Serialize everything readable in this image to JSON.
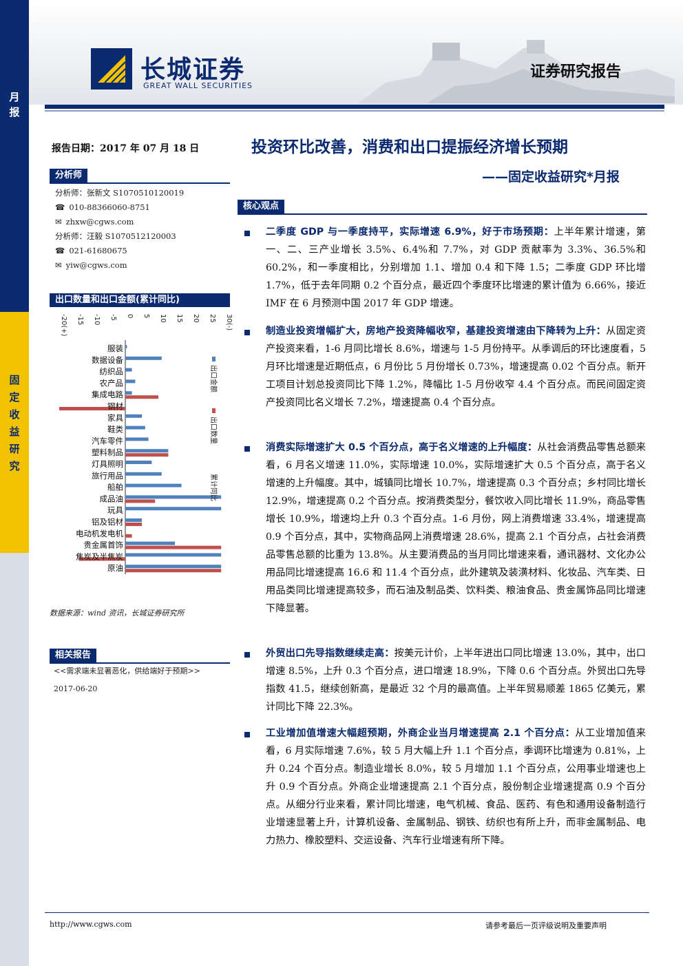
{
  "strip": {
    "top_chars": [
      "月",
      "报"
    ],
    "mid_chars": [
      "固",
      "定",
      "收",
      "益",
      "研",
      "究"
    ]
  },
  "header": {
    "logo_cn": "长城证券",
    "logo_en": "GREAT WALL SECURITIES",
    "report_type": "证券研究报告"
  },
  "left": {
    "report_date": "报告日期：2017 年 07 月 18 日",
    "analysts_title": "分析师",
    "analysts": [
      {
        "line": "分析师：张新文 S1070510120019",
        "icon": ""
      },
      {
        "line": "010-88366060-8751",
        "icon": "☎"
      },
      {
        "line": "zhxw@cgws.com",
        "icon": "✉"
      },
      {
        "line": "分析师：汪毅 S1070512120003",
        "icon": ""
      },
      {
        "line": "021-61680675",
        "icon": "☎"
      },
      {
        "line": "yiw@cgws.com",
        "icon": "✉"
      }
    ],
    "chart_title": "出口数量和出口金额(累计同比)",
    "chart_source": "数据来源：wind 资讯，长城证券研究所",
    "related_title": "相关报告",
    "related_item": "<<需求端未显著恶化，供给端好于预期>>",
    "related_date": "2017-06-20"
  },
  "chart_data": {
    "type": "bar",
    "orientation": "horizontal",
    "xlim": [
      -20,
      30
    ],
    "ticks": [
      "-20(+)",
      "-15",
      "-10",
      "-5",
      "0",
      "5",
      "10",
      "15",
      "20",
      "25",
      "30(-)"
    ],
    "tick_values": [
      -20,
      -15,
      -10,
      -5,
      0,
      5,
      10,
      15,
      20,
      25,
      30
    ],
    "categories": [
      "服装",
      "数据设备",
      "纺织品",
      "农产品",
      "集成电路",
      "钢材",
      "家具",
      "鞋类",
      "汽车零件",
      "塑料制品",
      "灯具照明",
      "旅行用品",
      "船舶",
      "成品油",
      "玩具",
      "铝及铝材",
      "电动机发电机",
      "贵金属首饰",
      "焦炭及半焦炭",
      "原油"
    ],
    "series": [
      {
        "name": "出口金额",
        "color": "#4f81bd",
        "values": [
          0.5,
          11,
          2,
          3,
          2,
          0,
          5,
          6,
          7,
          13,
          8,
          11,
          17,
          29,
          29,
          5,
          0,
          15,
          29,
          29
        ]
      },
      {
        "name": "出口数量",
        "color": "#c0504d",
        "values": [
          0,
          0,
          0,
          0,
          10,
          -20,
          0,
          0,
          0,
          13,
          0,
          0,
          0,
          9,
          0,
          5,
          2,
          29,
          -14,
          29
        ]
      }
    ],
    "legend_note": "累计同比",
    "legend_placement": "right"
  },
  "main": {
    "title": "投资环比改善，消费和出口提振经济增长预期",
    "subtitle": "——固定收益研究*月报",
    "core_title": "核心观点",
    "points": [
      {
        "lead": "二季度 GDP 与一季度持平，实际增速 6.9%，好于市场预期：",
        "text": "上半年累计增速，第一、二、三产业增长 3.5%、6.4%和 7.7%，对 GDP 贡献率为 3.3%、36.5%和 60.2%，和一季度相比，分别增加 1.1、增加 0.4 和下降 1.5；二季度 GDP 环比增 1.7%，低于去年同期 0.2 个百分点，最近四个季度环比增速的累计值为 6.66%，接近 IMF 在 6 月预测中国 2017 年 GDP 增速。"
      },
      {
        "lead": "制造业投资增幅扩大，房地产投资降幅收窄，基建投资增速由下降转为上升：",
        "text": "从固定资产投资来看，1-6 月同比增长 8.6%，增速与 1-5 月份持平。从季调后的环比速度看，5 月环比增速是近期低点，6 月份比 5 月份增长 0.73%，增速提高 0.02 个百分点。新开工项目计划总投资同比下降 1.2%，降幅比 1-5 月份收窄 4.4 个百分点。而民间固定资产投资同比名义增长 7.2%，增速提高 0.4 个百分点。"
      },
      {
        "lead": "消费实际增速扩大 0.5 个百分点，高于名义增速的上升幅度：",
        "text": "从社会消费品零售总额来看，6 月名义增速 11.0%，实际增速 10.0%，实际增速扩大 0.5 个百分点，高于名义增速的上升幅度。其中，城镇同比增长 10.7%，增速提高 0.3 个百分点；乡村同比增长 12.9%，增速提高 0.2 个百分点。按消费类型分，餐饮收入同比增长 11.9%，商品零售增长 10.9%，增速均上升 0.3 个百分点。1-6 月份，网上消费增速 33.4%，增速提高 0.9 个百分点，其中，实物商品网上消费增速 28.6%，提高 2.1 个百分点，占社会消费品零售总额的比重为 13.8%。从主要消费品的当月同比增速来看，通讯器材、文化办公用品同比增速提高 16.6 和 11.4 个百分点，此外建筑及装潢材料、化妆品、汽车类、日用品类同比增速提高较多，而石油及制品类、饮料类、粮油食品、贵金属饰品同比增速下降显著。"
      },
      {
        "lead": "外贸出口先导指数继续走高：",
        "text": "按美元计价，上半年进出口同比增速 13.0%，其中，出口增速 8.5%，上升 0.3 个百分点，进口增速 18.9%，下降 0.6 个百分点。外贸出口先导指数 41.5，继续创新高，是最近 32 个月的最高值。上半年贸易顺差 1865 亿美元，累计同比下降 22.3%。"
      },
      {
        "lead": "工业增加值增速大幅超预期，外商企业当月增速提高 2.1 个百分点：",
        "text": "从工业增加值来看，6 月实际增速 7.6%，较 5 月大幅上升 1.1 个百分点，季调环比增速为 0.81%，上升 0.24 个百分点。制造业增长 8.0%，较 5 月增加 1.1 个百分点，公用事业增速也上升 0.9 个百分点。外商企业增速提高 2.1 个百分点，股份制企业增速提高 0.9 个百分点。从细分行业来看，累计同比增速，电气机械、食品、医药、有色和通用设备制造行业增速显著上升，计算机设备、金属制品、钢铁、纺织也有所上升，而非金属制品、电力热力、橡胶塑料、交运设备、汽车行业增速有所下降。"
      }
    ]
  },
  "footer": {
    "url": "http://www.cgws.com",
    "note": "请参考最后一页评级说明及重要声明"
  },
  "colors": {
    "brand": "#0b2a6f",
    "accent": "#f2c200"
  }
}
